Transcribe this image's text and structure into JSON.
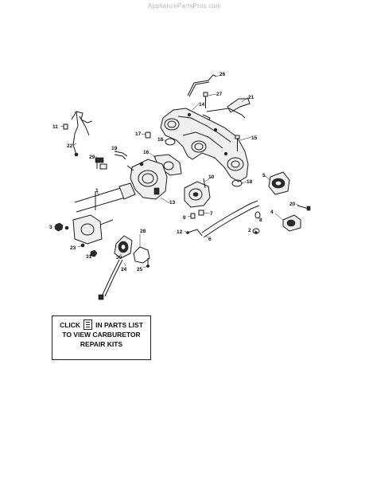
{
  "watermark": "AppliancePartsPros.com",
  "callouts": [
    {
      "id": "c1",
      "text": "1"
    },
    {
      "id": "c2",
      "text": "2"
    },
    {
      "id": "c3",
      "text": "3"
    },
    {
      "id": "c4",
      "text": "4"
    },
    {
      "id": "c5",
      "text": "5"
    },
    {
      "id": "c6",
      "text": "6"
    },
    {
      "id": "c7",
      "text": "7"
    },
    {
      "id": "c8",
      "text": "8"
    },
    {
      "id": "c9",
      "text": "9"
    },
    {
      "id": "c10",
      "text": "10"
    },
    {
      "id": "c11",
      "text": "11"
    },
    {
      "id": "c12",
      "text": "12"
    },
    {
      "id": "c13",
      "text": "13"
    },
    {
      "id": "c14",
      "text": "14"
    },
    {
      "id": "c15",
      "text": "15"
    },
    {
      "id": "c16",
      "text": "16"
    },
    {
      "id": "c17",
      "text": "17"
    },
    {
      "id": "c18",
      "text": "18"
    },
    {
      "id": "c19",
      "text": "19"
    },
    {
      "id": "c20",
      "text": "20"
    },
    {
      "id": "c21",
      "text": "21"
    },
    {
      "id": "c22",
      "text": "22"
    },
    {
      "id": "c23",
      "text": "23"
    },
    {
      "id": "c24",
      "text": "24"
    },
    {
      "id": "c25",
      "text": "25"
    },
    {
      "id": "c26",
      "text": "26"
    },
    {
      "id": "c27",
      "text": "27"
    },
    {
      "id": "c28",
      "text": "28"
    },
    {
      "id": "c29",
      "text": "29"
    },
    {
      "id": "c30",
      "text": "30"
    },
    {
      "id": "c31",
      "text": "31"
    }
  ],
  "kit_box": {
    "click": "CLICK",
    "in_parts_list": "IN PARTS LIST",
    "to_view": "TO VIEW CARBURETOR",
    "repair_kits": "REPAIR KITS"
  }
}
